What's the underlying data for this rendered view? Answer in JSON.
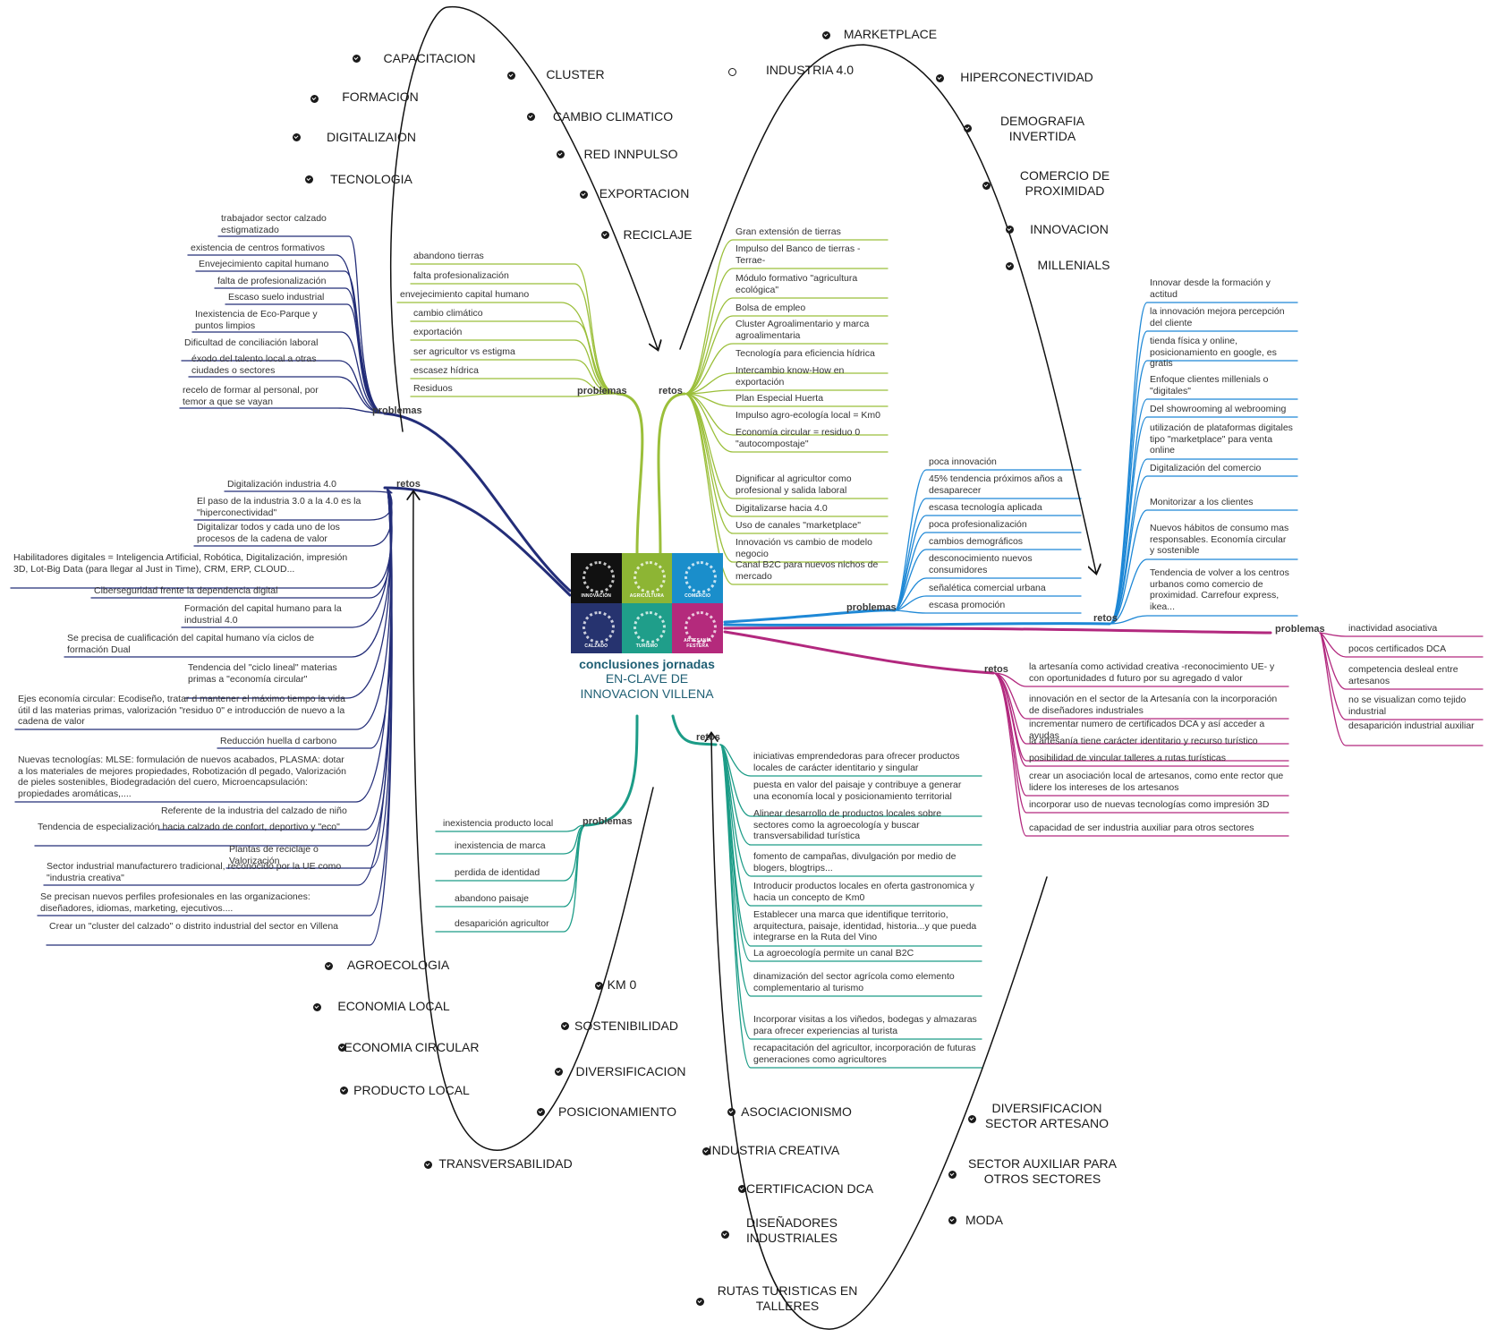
{
  "center": {
    "title": "conclusiones jornadas",
    "subtitle": "EN-CLAVE DE INNOVACION VILLENA",
    "tiles": [
      {
        "label": "INNOVACIÓN",
        "color": "#111111"
      },
      {
        "label": "AGRICULTURA",
        "color": "#8db534"
      },
      {
        "label": "COMERCIO",
        "color": "#1a8ecb"
      },
      {
        "label": "CALZADO",
        "color": "#26336f"
      },
      {
        "label": "TURISMO",
        "color": "#1f9e8a"
      },
      {
        "label": "ARTESANÍA FESTERA",
        "color": "#b42a7c"
      }
    ]
  },
  "colors": {
    "innovacion": "#111111",
    "agricultura": "#9bbf3a",
    "comercio": "#1e88d6",
    "calzado": "#232d78",
    "turismo": "#1c9c87",
    "artesania": "#b2287e"
  },
  "branches": {
    "calzado": {
      "problemas_label": "problemas",
      "problemas": [
        "trabajador sector calzado estigmatizado",
        "existencia de centros formativos",
        "Envejecimiento capital humano",
        "falta de profesionalización",
        "Escaso suelo industrial",
        "Inexistencia de Eco-Parque y puntos limpios",
        "Dificultad de conciliación laboral",
        "éxodo del talento local a otras ciudades o sectores",
        "recelo de formar al personal, por temor a que se vayan"
      ],
      "retos_label": "retos",
      "retos": [
        "Digitalización industria 4.0",
        "El paso de la industria 3.0 a la 4.0 es la \"hiperconectividad\"",
        "Digitalizar todos y cada uno de los procesos de la cadena de valor",
        "Habilitadores digitales = Inteligencia Artificial, Robótica, Digitalización, impresión 3D, Lot-Big Data (para llegar al Just in Time), CRM, ERP, CLOUD...",
        "Ciberseguridad frente la dependencia digital",
        "Formación del capital humano para la industrial 4.0",
        "Se precisa de cualificación del capital humano vía ciclos de formación Dual",
        "Tendencia del \"ciclo lineal\" materias primas a \"economía circular\"",
        "Ejes economía circular: Ecodiseño, tratar d mantener el máximo tiempo la vida útil d las materias primas, valorización \"residuo 0\" e introducción de nuevo a la cadena de valor",
        "Reducción huella d carbono",
        "Nuevas tecnologías: MLSE: formulación de nuevos acabados, PLASMA: dotar a los materiales de mejores propiedades, Robotización dl pegado, Valorización de pieles sostenibles, Biodegradación del cuero, Microencapsulación: propiedades aromáticas,....",
        "Referente de la industria del calzado de niño",
        "Tendencia de especialización hacia calzado de confort, deportivo y \"eco\"",
        "Plantas de reciclaje o Valorización",
        "Sector industrial manufacturero tradicional, reconocido por la UE como \"industria creativa\"",
        "Se precisan nuevos perfiles profesionales en las organizaciones: diseñadores, idiomas, marketing, ejecutivos....",
        "Crear un \"cluster del calzado\" o distrito industrial del sector en Villena"
      ]
    },
    "agricultura": {
      "problemas_label": "problemas",
      "problemas": [
        "abandono tierras",
        "falta profesionalización",
        "envejecimiento capital humano",
        "cambio climático",
        "exportación",
        "ser agricultor vs estigma",
        "escasez hídrica",
        "Residuos"
      ],
      "retos_label": "retos",
      "retos": [
        "Gran extensión de tierras",
        "Impulso del Banco de tierras -Terrae-",
        "Módulo formativo \"agricultura ecológica\"",
        "Bolsa de empleo",
        "Cluster Agroalimentario y marca agroalimentaria",
        "Tecnología para eficiencia hídrica",
        "Intercambio know-How en exportación",
        "Plan Especial Huerta",
        "Impulso agro-ecología local = Km0",
        "Economía circular = residuo 0 \"autocompostaje\"",
        "Dignificar al agricultor como profesional y salida laboral",
        "Digitalizarse hacia 4.0",
        "Uso de canales \"marketplace\"",
        "Innovación vs cambio de modelo negocio",
        "Canal B2C para nuevos nichos de mercado"
      ]
    },
    "comercio": {
      "problemas_label": "problemas",
      "problemas": [
        "poca innovación",
        "45% tendencia próximos años a desaparecer",
        "escasa tecnología aplicada",
        "poca profesionalización",
        "cambios demográficos",
        "desconocimiento nuevos consumidores",
        "señalética comercial urbana",
        "escasa promoción"
      ],
      "retos_label": "retos",
      "retos": [
        "Innovar desde la formación y actitud",
        "la innovación mejora percepción del cliente",
        "tienda física y online, posicionamiento en google, es gratis",
        "Enfoque clientes millenials o \"digitales\"",
        "Del showrooming al webrooming",
        "utilización de plataformas digitales tipo \"marketplace\" para venta online",
        "Digitalización del comercio",
        "Monitorizar a los clientes",
        "Nuevos hábitos de consumo mas responsables. Economía circular y sostenible",
        "Tendencia de volver a los centros urbanos como comercio de proximidad. Carrefour express, ikea..."
      ]
    },
    "artesania": {
      "problemas_label": "problemas",
      "problemas": [
        "inactividad asociativa",
        "pocos certificados DCA",
        "competencia desleal entre artesanos",
        "no se visualizan como tejido industrial",
        "desaparición industrial auxiliar"
      ],
      "retos_label": "retos",
      "retos": [
        "la artesanía como actividad creativa -reconocimiento UE- y con oportunidades d futuro por su agregado d valor",
        "innovación en el sector de la Artesanía con la incorporación de diseñadores industriales",
        "incrementar numero de certificados DCA y así acceder a ayudas",
        "la artesanía tiene carácter identitario y recurso turístico",
        "posibilidad de vincular talleres a rutas turísticas",
        "crear un asociación local de artesanos, como ente rector que lidere los intereses de los artesanos",
        "incorporar uso de nuevas tecnologías como impresión 3D",
        "capacidad de ser industria auxiliar para otros sectores"
      ]
    },
    "turismo": {
      "problemas_label": "problemas",
      "problemas": [
        "inexistencia producto local",
        "inexistencia de marca",
        "perdida de identidad",
        "abandono paisaje",
        "desaparición agricultor"
      ],
      "retos_label": "retos",
      "retos": [
        "iniciativas emprendedoras para ofrecer productos locales de carácter identitario y singular",
        "puesta en valor del paisaje y contribuye a generar una economía local y posicionamiento territorial",
        "Alinear desarrollo de productos locales sobre sectores como la agroecología y buscar transversabilidad turística",
        "fomento de campañas, divulgación por medio de blogers, blogtrips...",
        "Introducir productos locales en oferta gastronomica y hacia un concepto de Km0",
        "Establecer una marca que identifique territorio, arquitectura, paisaje, identidad, historia...y que pueda integrarse en la Ruta del Vino",
        "La agroecología permite un canal B2C",
        "dinamización del sector agrícola como elemento complementario al turismo",
        "Incorporar visitas a los viñedos, bodegas y almazaras para ofrecer experiencias al turista",
        "recapacitación del agricultor, incorporación de futuras generaciones como agricultores"
      ]
    }
  },
  "keywords": {
    "calzado": [
      "CAPACITACION",
      "FORMACION",
      "DIGITALIZAION",
      "TECNOLOGIA"
    ],
    "agricultura": [
      "CLUSTER",
      "CAMBIO CLIMATICO",
      "RED INNPULSO",
      "EXPORTACION",
      "RECICLAJE"
    ],
    "comercio": [
      "MARKETPLACE",
      "INDUSTRIA 4.0",
      "HIPERCONECTIVIDAD",
      "DEMOGRAFIA INVERTIDA",
      "COMERCIO DE PROXIMIDAD",
      "INNOVACION",
      "MILLENIALS"
    ],
    "turismo_left": [
      "AGROECOLOGIA",
      "ECONOMIA LOCAL",
      "ECONOMIA CIRCULAR",
      "PRODUCTO LOCAL",
      "TRANSVERSABILIDAD"
    ],
    "turismo_right": [
      "KM 0",
      "SOSTENIBILIDAD",
      "DIVERSIFICACION",
      "POSICIONAMIENTO"
    ],
    "artesania_left": [
      "ASOCIACIONISMO",
      "INDUSTRIA CREATIVA",
      "CERTIFICACION DCA",
      "DISEÑADORES INDUSTRIALES",
      "RUTAS TURISTICAS EN TALLERES"
    ],
    "artesania_right": [
      "DIVERSIFICACION SECTOR ARTESANO",
      "SECTOR AUXILIAR PARA OTROS SECTORES",
      "MODA"
    ]
  }
}
